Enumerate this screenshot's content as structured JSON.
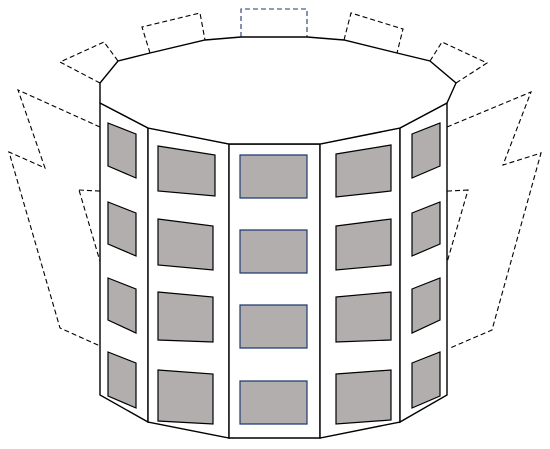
{
  "figure": {
    "subject": "polygonal-tower-with-windows-and-dashed-outline-panels",
    "columns_visible": 5,
    "window_rows": 4,
    "dashed_panels": 9
  },
  "colors": {
    "background": "#ffffff",
    "outline": "#000000",
    "window_fill": "#b2aeae",
    "center_window_stroke": "#1f3a6e",
    "dashed_outline": "#000000",
    "center_dashed_outline": "#1f3a6e"
  }
}
